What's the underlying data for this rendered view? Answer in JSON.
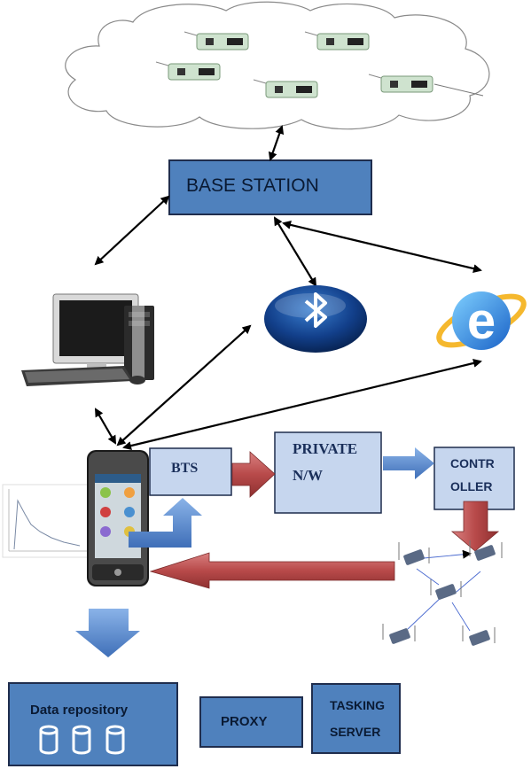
{
  "nodes": {
    "base_station": "BASE STATION",
    "bts": "BTS",
    "private_nw_line1": "PRIVATE",
    "private_nw_line2": "N/W",
    "controller_line1": "CONTR",
    "controller_line2": "OLLER",
    "data_repository": "Data repository",
    "proxy": "PROXY",
    "tasking_line1": "TASKING",
    "tasking_line2": "SERVER"
  },
  "icons": {
    "cloud": "sensor-cloud-icon",
    "computer": "desktop-computer-icon",
    "bluetooth": "bluetooth-icon",
    "browser": "internet-explorer-icon",
    "phone": "mobile-phone-icon",
    "sensors": "sensor-network-icon",
    "database": "database-icon"
  },
  "colors": {
    "box_blue": "#4f81bd",
    "box_light": "#c6d6ee",
    "box_border": "#1f2d4d",
    "arrow_blue": "#5b8fd6",
    "arrow_red": "#b84a4a"
  }
}
